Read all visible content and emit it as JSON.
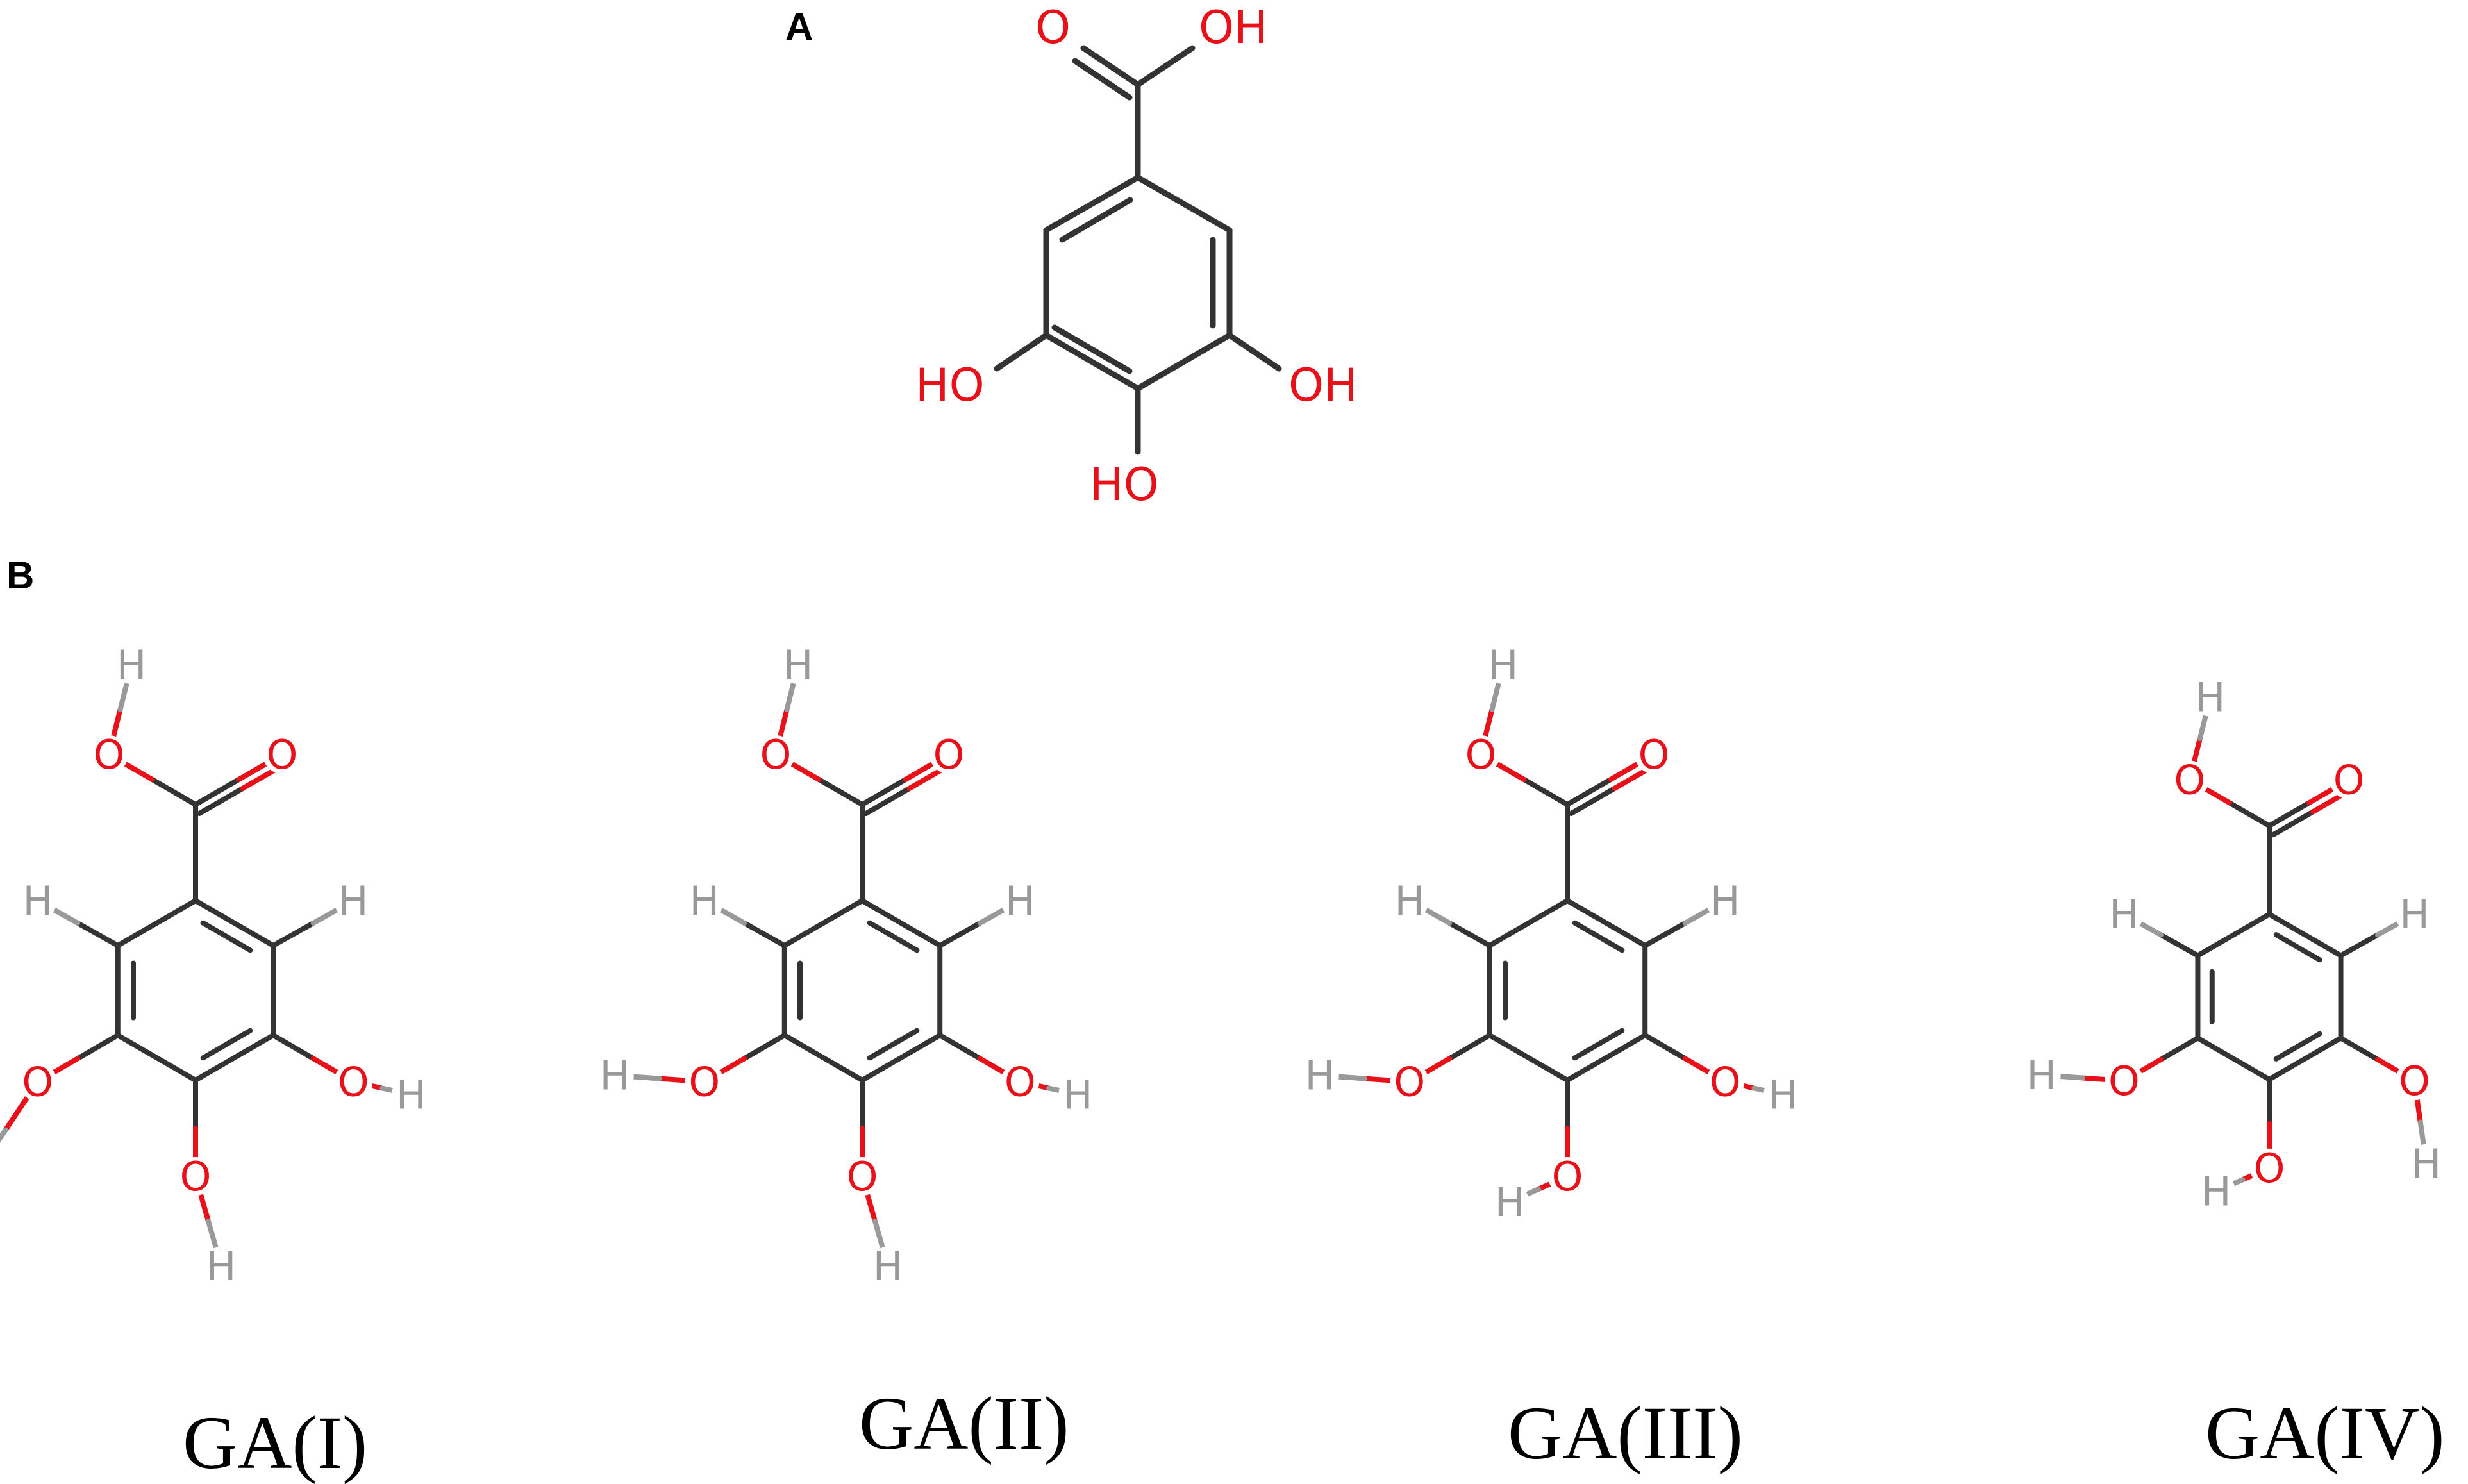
{
  "panels": {
    "a": {
      "letter": "A"
    },
    "b": {
      "letter": "B"
    }
  },
  "colors": {
    "oxygen": "#e8111a",
    "hydrogen": "#999999",
    "bond": "#333333"
  },
  "molecule_a": {
    "labels": {
      "carbonyl_o": "O",
      "acid_oh": "OH",
      "oh_left": "HO",
      "oh_right": "OH",
      "oh_bottom": "HO"
    }
  },
  "conformers": [
    {
      "caption": "GA(I)"
    },
    {
      "caption": "GA(II)"
    },
    {
      "caption": "GA(III)"
    },
    {
      "caption": "GA(IV)"
    }
  ],
  "atom_symbols": {
    "oxygen": "O",
    "hydrogen": "H"
  }
}
